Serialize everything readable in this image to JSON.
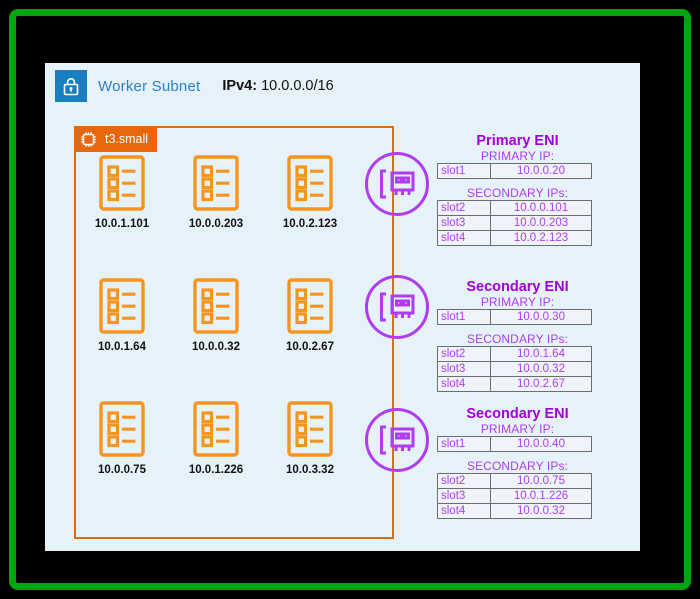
{
  "colors": {
    "frame_green": "#00a611",
    "background": "#000000",
    "subnet_panel": "#e6f2fa",
    "subnet_accent": "#2f7fc4",
    "instance_orange": "#e8660c",
    "eni_purple": "#b03cf0",
    "eni_title_purple": "#a100d6"
  },
  "subnet": {
    "lock_icon": "lock-icon",
    "title": "Worker Subnet",
    "cidr_label": "IPv4:",
    "cidr_value": "10.0.0.0/16"
  },
  "instance": {
    "chip_icon": "chip-icon",
    "type_label": "t3.small",
    "node_icon": "instance-list-icon",
    "rows": [
      {
        "nodes": [
          "10.0.1.101",
          "10.0.0.203",
          "10.0.2.123"
        ]
      },
      {
        "nodes": [
          "10.0.1.64",
          "10.0.0.32",
          "10.0.2.67"
        ]
      },
      {
        "nodes": [
          "10.0.0.75",
          "10.0.1.226",
          "10.0.3.32"
        ]
      }
    ]
  },
  "enis": [
    {
      "icon": "network-card-icon",
      "title": "Primary ENI",
      "primary_caption": "PRIMARY IP:",
      "primary_rows": [
        {
          "slot": "slot1",
          "ip": "10.0.0.20"
        }
      ],
      "secondary_caption": "SECONDARY IPs:",
      "secondary_rows": [
        {
          "slot": "slot2",
          "ip": "10.0.0.101"
        },
        {
          "slot": "slot3",
          "ip": "10.0.0.203"
        },
        {
          "slot": "slot4",
          "ip": "10.0.2.123"
        }
      ]
    },
    {
      "icon": "network-card-icon",
      "title": "Secondary ENI",
      "primary_caption": "PRIMARY IP:",
      "primary_rows": [
        {
          "slot": "slot1",
          "ip": "10.0.0.30"
        }
      ],
      "secondary_caption": "SECONDARY IPs:",
      "secondary_rows": [
        {
          "slot": "slot2",
          "ip": "10.0.1.64"
        },
        {
          "slot": "slot3",
          "ip": "10.0.0.32"
        },
        {
          "slot": "slot4",
          "ip": "10.0.2.67"
        }
      ]
    },
    {
      "icon": "network-card-icon",
      "title": "Secondary ENI",
      "primary_caption": "PRIMARY IP:",
      "primary_rows": [
        {
          "slot": "slot1",
          "ip": "10.0.0.40"
        }
      ],
      "secondary_caption": "SECONDARY IPs:",
      "secondary_rows": [
        {
          "slot": "slot2",
          "ip": "10.0.0.75"
        },
        {
          "slot": "slot3",
          "ip": "10.0.1.226"
        },
        {
          "slot": "slot4",
          "ip": "10.0.0.32"
        }
      ]
    }
  ]
}
